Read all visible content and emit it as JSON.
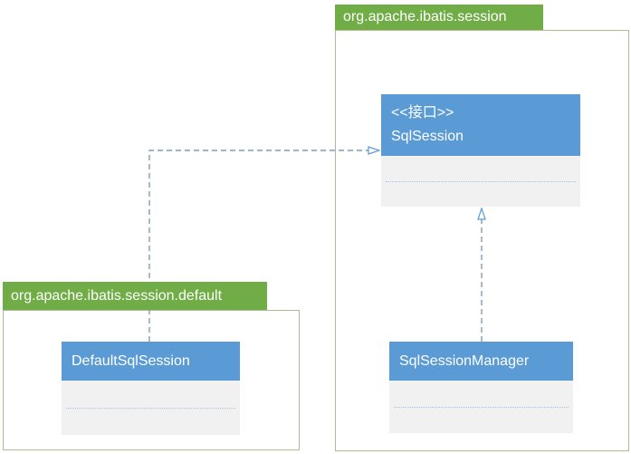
{
  "diagram": {
    "type": "uml-class-diagram",
    "packages": [
      {
        "label": "org.apache.ibatis.session"
      },
      {
        "label": "org.apache.ibatis.session.default"
      }
    ],
    "classes": {
      "sqlsession": {
        "stereotype": "<<接口>>",
        "name": "SqlSession",
        "package": "org.apache.ibatis.session"
      },
      "defaultsqlsession": {
        "name": "DefaultSqlSession",
        "package": "org.apache.ibatis.session.default"
      },
      "sqlsessionmanager": {
        "name": "SqlSessionManager",
        "package": "org.apache.ibatis.session"
      }
    },
    "relationships": [
      {
        "from": "DefaultSqlSession",
        "to": "SqlSession",
        "type": "realization",
        "style": "dashed-hollow-triangle"
      },
      {
        "from": "SqlSessionManager",
        "to": "SqlSession",
        "type": "realization",
        "style": "dashed-hollow-triangle"
      }
    ],
    "colors": {
      "package_label_bg": "#70ad47",
      "package_border": "#b2bb93",
      "class_header_bg": "#5b9bd5",
      "class_body_bg": "#f1f1f1",
      "separator": "#9dc3e6",
      "arrow_line": "#7f9cba",
      "arrow_head": "#5b9bd5",
      "label_text": "#ffffff"
    }
  }
}
